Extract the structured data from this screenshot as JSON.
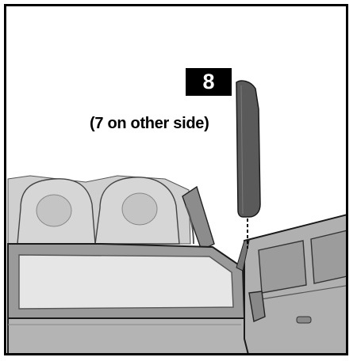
{
  "step": {
    "number": "8",
    "note": "(7 on other side)"
  },
  "colors": {
    "part": "#5a5a5a",
    "vehicle_body": "#aaaaaa",
    "seat": "#d4d4d4",
    "windshield_glass": "#e8e8e8",
    "outline": "#1a1a1a"
  },
  "icons": {
    "part": "door-pillar-trim-part",
    "vehicle": "toy-jeep-vehicle"
  }
}
